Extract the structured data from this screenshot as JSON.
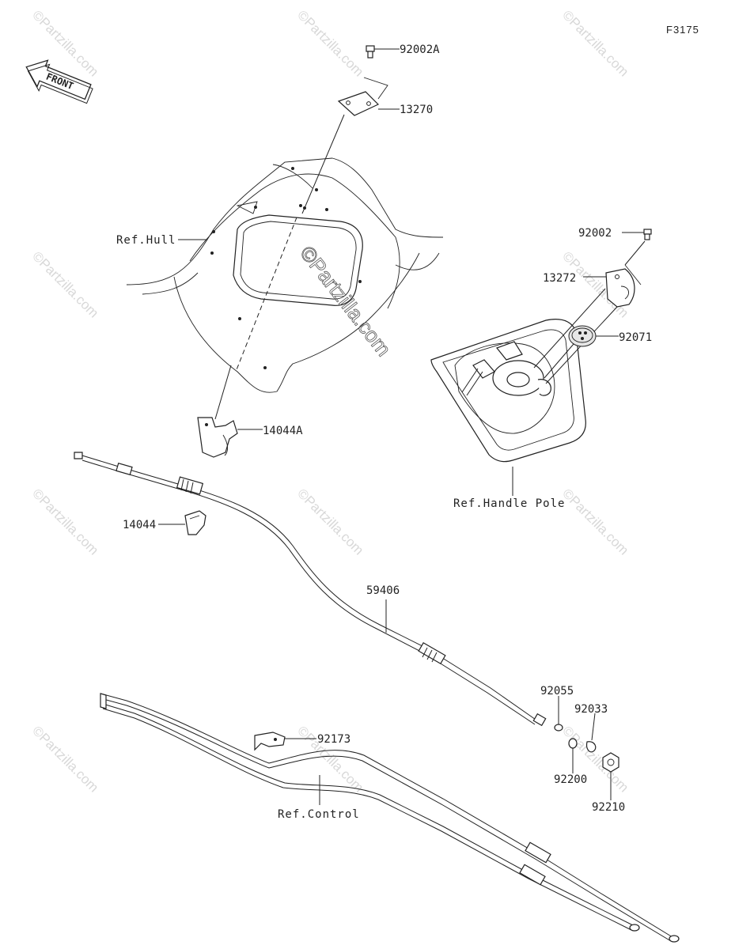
{
  "figure_id": "F3175",
  "front_arrow_label": "FRONT",
  "watermark": "©Partzilla.com",
  "parts": {
    "p92002A": "92002A",
    "p13270": "13270",
    "p92002": "92002",
    "p13272": "13272",
    "p92071": "92071",
    "p14044A": "14044A",
    "p14044": "14044",
    "p59406": "59406",
    "p92055": "92055",
    "p92033": "92033",
    "p92200": "92200",
    "p92210": "92210",
    "p92173": "92173"
  },
  "refs": {
    "hull": "Ref.Hull",
    "handle_pole": "Ref.Handle Pole",
    "control": "Ref.Control"
  }
}
